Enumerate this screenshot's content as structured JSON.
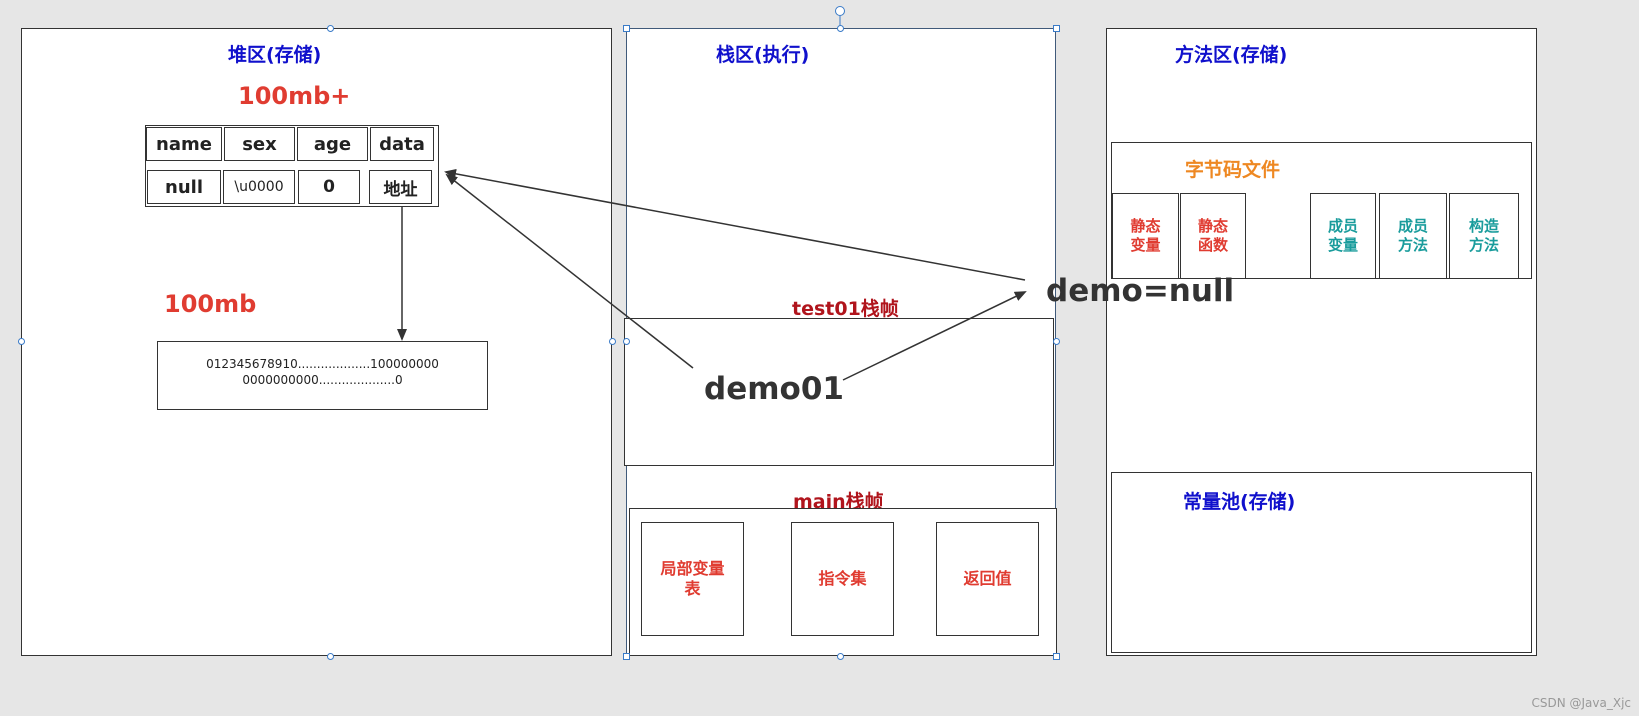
{
  "heap": {
    "title": "堆区(存储)",
    "size_label": "100mb+",
    "table_headers": [
      "name",
      "sex",
      "age",
      "data"
    ],
    "table_values": [
      "null",
      "\\u0000",
      "0",
      "地址"
    ],
    "array_size_label": "100mb",
    "array_line1": "012345678910...................100000000",
    "array_line2": "0000000000....................0"
  },
  "stack": {
    "title": "栈区(执行)",
    "test_frame_label": "test01栈帧",
    "demo01_label": "demo01",
    "main_frame_label": "main栈帧",
    "main_boxes": [
      "局部变量表",
      "指令集",
      "返回值"
    ]
  },
  "method": {
    "title": "方法区(存储)",
    "bytecode_label": "字节码文件",
    "bytecode_boxes": [
      "静态变量",
      "静态函数",
      "成员变量",
      "成员方法",
      "构造方法"
    ],
    "constant_pool_label": "常量池(存储)"
  },
  "demo_null_label": "demo=null",
  "watermark": "CSDN @Java_Xjc",
  "colors": {
    "title_blue": "#1010cc",
    "size_red": "#e03c31",
    "frame_red": "#b0141c",
    "bytecode_orange": "#ee8822",
    "member_teal": "#1a9c9c"
  }
}
